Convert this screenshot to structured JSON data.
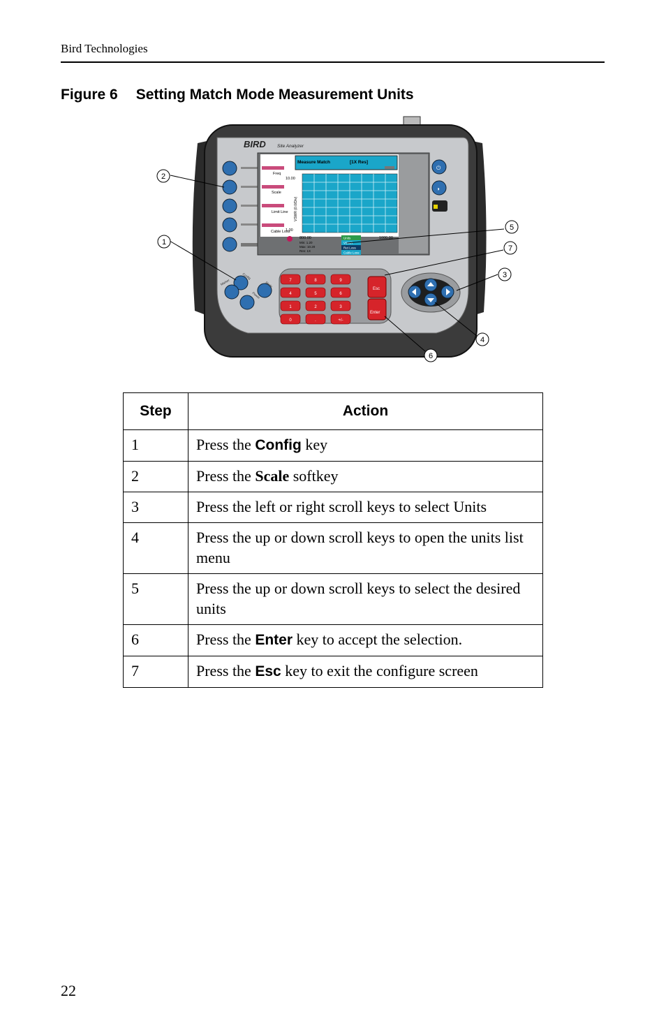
{
  "header": {
    "text": "Bird Technologies"
  },
  "figure": {
    "label": "Figure 6",
    "title": "Setting Match Mode Measurement Units",
    "device": {
      "brand": "BIRD",
      "model": "Site Analyzer",
      "screen_title": "Measure Match",
      "screen_res": "[1X Res]",
      "softkeys": [
        "Freq",
        "Scale",
        "Limit Line",
        "Cable Loss"
      ],
      "y_top": "10.00",
      "y_bottom": "1.00",
      "y_axis_label": "VSWR (0.0/Div)",
      "x_left": "800.00",
      "x_right": "1000.00",
      "info_min": "Min:    1.20",
      "info_max": "Max:  10.20",
      "info_res": "Res:   1X",
      "menu": [
        "Units",
        "VSWR",
        "Ret Loss",
        "Cable Loss"
      ],
      "mode_keys": [
        "Config",
        "Mode",
        "Marker",
        "Power"
      ],
      "keypad": [
        "7",
        "8",
        "9",
        "4",
        "5",
        "6",
        "1",
        "2",
        "3",
        "0",
        ".",
        "+/-"
      ],
      "esc_label": "Esc",
      "enter_label": "Enter",
      "callouts": [
        "1",
        "2",
        "3",
        "4",
        "5",
        "6",
        "7"
      ]
    }
  },
  "table": {
    "headers": [
      "Step",
      "Action"
    ],
    "rows": [
      {
        "step": "1",
        "pre": "Press the ",
        "key": "Config",
        "post": " key"
      },
      {
        "step": "2",
        "pre": "Press the ",
        "key": "Scale",
        "post": " softkey"
      },
      {
        "step": "3",
        "pre": "Press the left or right scroll keys to select Units",
        "key": "",
        "post": ""
      },
      {
        "step": "4",
        "pre": "Press the up or down scroll keys to open the units list menu",
        "key": "",
        "post": ""
      },
      {
        "step": "5",
        "pre": "Press the up or down scroll keys to select the desired units",
        "key": "",
        "post": ""
      },
      {
        "step": "6",
        "pre": "Press the ",
        "key": "Enter",
        "post": " key to accept the selection."
      },
      {
        "step": "7",
        "pre": "Press the ",
        "key": "Esc",
        "post": " key to exit the configure screen"
      }
    ]
  },
  "page_number": "22"
}
